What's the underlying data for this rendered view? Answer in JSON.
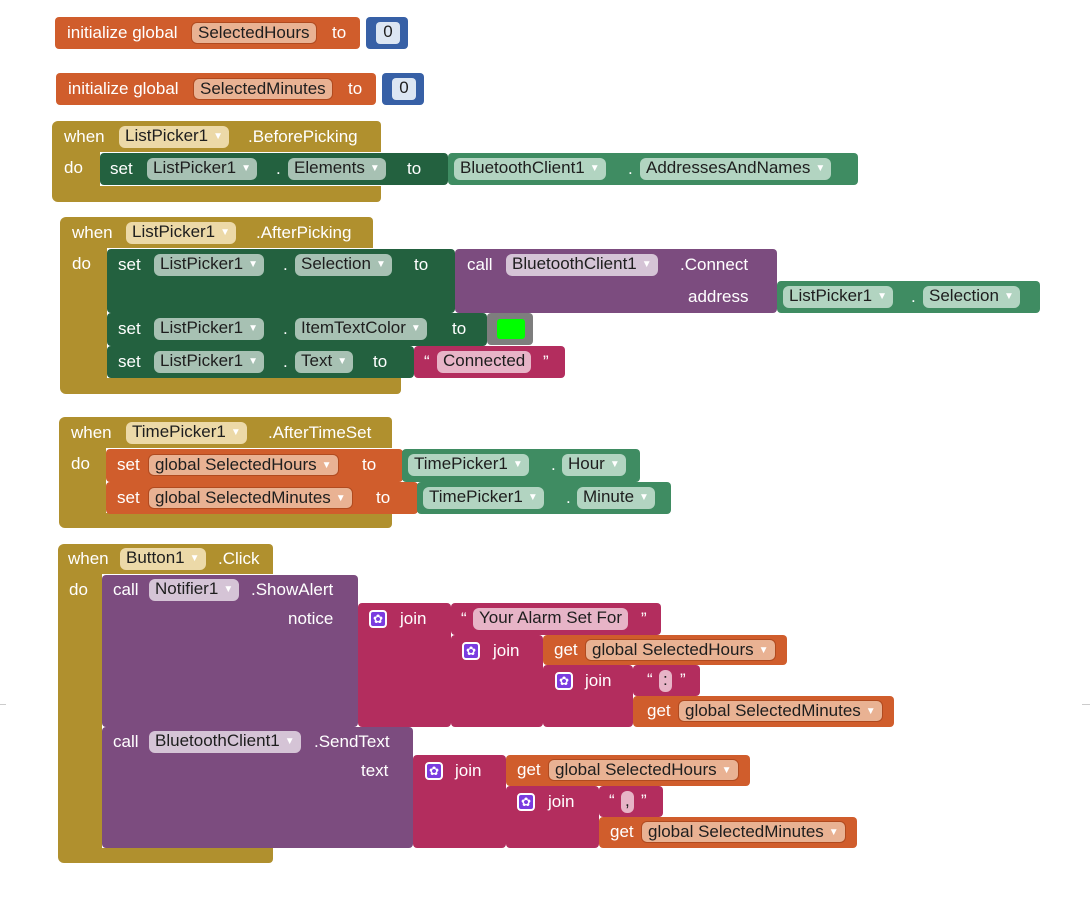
{
  "blocks": {
    "init_hours": {
      "keyword": "initialize global",
      "var": "SelectedHours",
      "to": "to",
      "value": "0"
    },
    "init_minutes": {
      "keyword": "initialize global",
      "var": "SelectedMinutes",
      "to": "to",
      "value": "0"
    },
    "before_picking": {
      "when": "when",
      "do": "do",
      "component": "ListPicker1",
      "event": ".BeforePicking",
      "set_kw": "set",
      "set_component": "ListPicker1",
      "set_prop": "Elements",
      "to": "to",
      "value_component": "BluetoothClient1",
      "value_prop": "AddressesAndNames"
    },
    "after_picking": {
      "when": "when",
      "do": "do",
      "component": "ListPicker1",
      "event": ".AfterPicking",
      "set_kw": "set",
      "to": "to",
      "s1_component": "ListPicker1",
      "s1_prop": "Selection",
      "call_kw": "call",
      "call_component": "BluetoothClient1",
      "call_method": ".Connect",
      "address_label": "address",
      "address_component": "ListPicker1",
      "address_prop": "Selection",
      "s2_component": "ListPicker1",
      "s2_prop": "ItemTextColor",
      "s3_component": "ListPicker1",
      "s3_prop": "Text",
      "s3_text": "Connected"
    },
    "after_time_set": {
      "when": "when",
      "do": "do",
      "component": "TimePicker1",
      "event": ".AfterTimeSet",
      "set_kw": "set",
      "to": "to",
      "s1_var": "global SelectedHours",
      "s1_component": "TimePicker1",
      "s1_prop": "Hour",
      "s2_var": "global SelectedMinutes",
      "s2_component": "TimePicker1",
      "s2_prop": "Minute"
    },
    "button_click": {
      "when": "when",
      "do": "do",
      "component": "Button1",
      "event": ".Click",
      "call_kw": "call",
      "join_kw": "join",
      "get_kw": "get",
      "c1_component": "Notifier1",
      "c1_method": ".ShowAlert",
      "notice_label": "notice",
      "text1": "Your Alarm Set For",
      "get_hours": "global SelectedHours",
      "colon": ":",
      "get_minutes": "global SelectedMinutes",
      "c2_component": "BluetoothClient1",
      "c2_method": ".SendText",
      "text_label": "text",
      "comma": ","
    }
  },
  "glyphs": {
    "dropdown": "▼",
    "quote_open": "“",
    "quote_close": "”",
    "gear": "✿"
  },
  "colors": {
    "variables": "#d05d2c",
    "control": "#b0902e",
    "component_setter": "#23613f",
    "component_getter": "#3f8c62",
    "procedure_call": "#7c4c7f",
    "text": "#b32d5e",
    "math": "#3760a6",
    "color_value": "#00ff00"
  }
}
